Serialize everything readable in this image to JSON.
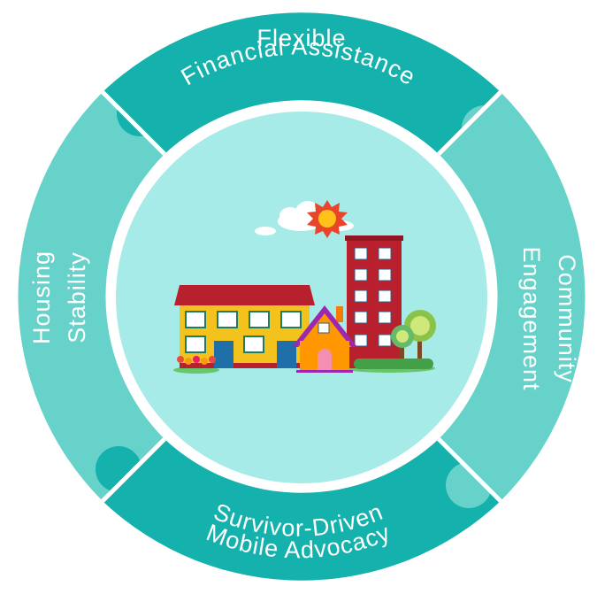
{
  "diagram": {
    "segments": [
      {
        "id": "top",
        "lines": [
          "Flexible",
          "Financial Assistance"
        ],
        "color": "#15b1ac"
      },
      {
        "id": "right",
        "lines": [
          "Community",
          "Engagement"
        ],
        "color": "#67d2c9"
      },
      {
        "id": "bottom",
        "lines": [
          "Survivor-Driven",
          "Mobile Advocacy"
        ],
        "color": "#15b1ac"
      },
      {
        "id": "left",
        "lines": [
          "Housing",
          "Stability"
        ],
        "color": "#67d2c9"
      }
    ],
    "center_fill": "#a6ebe7",
    "illustration": "houses-and-apartment-building-with-sun"
  }
}
